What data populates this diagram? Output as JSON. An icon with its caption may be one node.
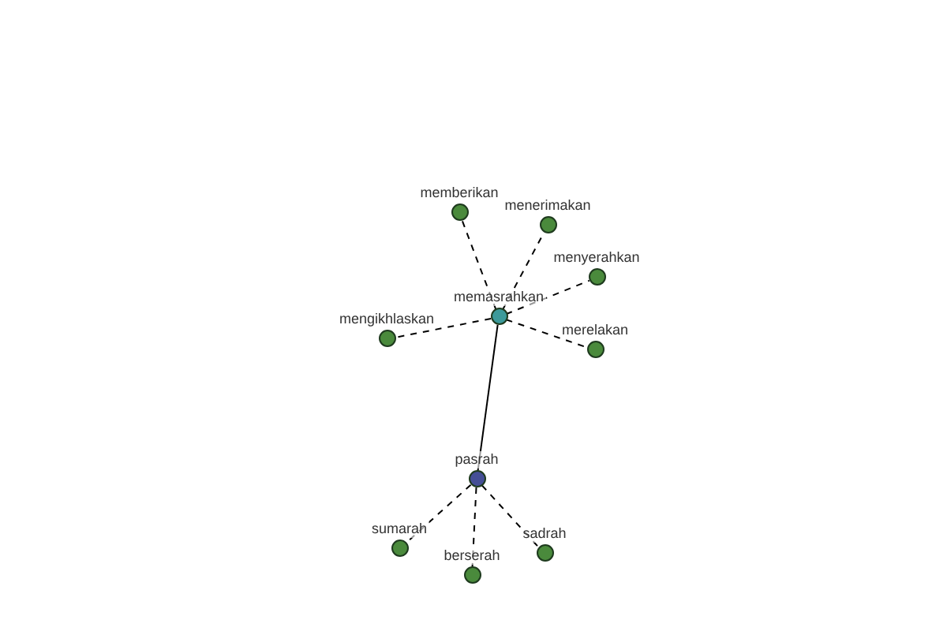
{
  "diagram": {
    "nodes": [
      {
        "text": [
          "memasrahkan"
        ]
      },
      {
        "text": [
          "memberikan"
        ]
      },
      {
        "text": [
          "menerimakan"
        ]
      },
      {
        "text": [
          "menyerahkan"
        ]
      },
      {
        "text": [
          "mengikhlaskan"
        ]
      },
      {
        "text": [
          "merelakan"
        ]
      },
      {
        "text": [
          "pasrah"
        ]
      },
      {
        "text": [
          "sumarah"
        ]
      },
      {
        "text": [
          "berserah"
        ]
      },
      {
        "text": [
          "sadrah"
        ]
      }
    ],
    "edges": [
      {
        "from": 0,
        "to": 1,
        "arrow": "none",
        "style": "dashed"
      },
      {
        "from": 0,
        "to": 2,
        "arrow": "none",
        "style": "dashed"
      },
      {
        "from": 0,
        "to": 3,
        "arrow": "none",
        "style": "dashed"
      },
      {
        "from": 0,
        "to": 4,
        "arrow": "none",
        "style": "dashed"
      },
      {
        "from": 0,
        "to": 5,
        "arrow": "none",
        "style": "dashed"
      },
      {
        "from": 0,
        "to": 6,
        "arrow": "none"
      },
      {
        "from": 6,
        "to": 7,
        "arrow": "none",
        "style": "dashed"
      },
      {
        "from": 6,
        "to": 8,
        "arrow": "none",
        "style": "dashed"
      },
      {
        "from": 6,
        "to": 9,
        "arrow": "none",
        "style": "dashed"
      }
    ]
  }
}
